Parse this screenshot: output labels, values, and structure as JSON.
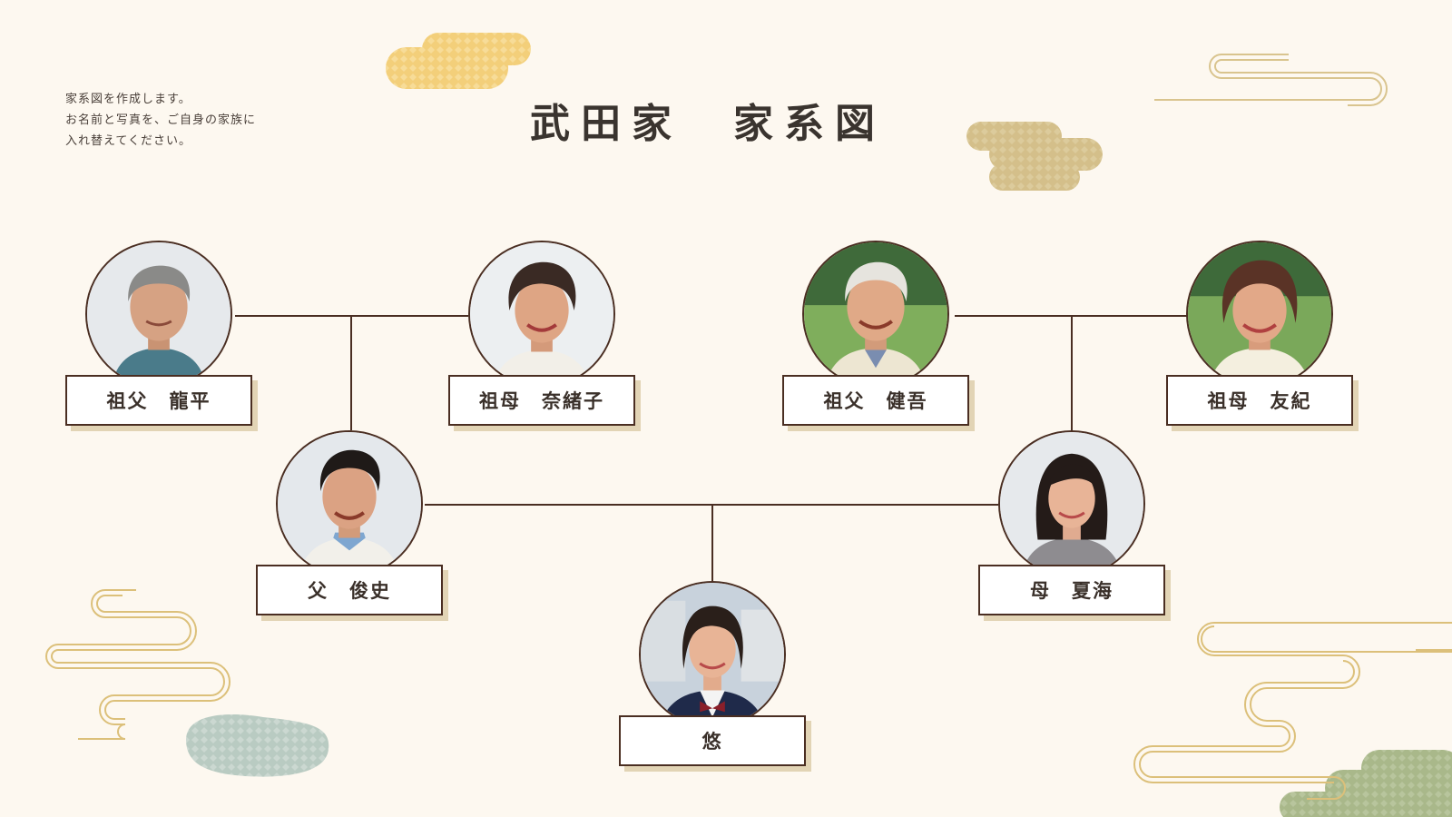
{
  "instructions": [
    "家系図を作成します。",
    "お名前と写真を、ご自身の家族に",
    "入れ替えてください。"
  ],
  "title": "武田家　家系図",
  "colors": {
    "background": "#fdf8f0",
    "line": "#4a2e22",
    "nameplate_shadow": "#e2d4b5",
    "cloud_yellow": "#f3cf7a",
    "cloud_gold": "#d4bf8a",
    "cloud_teal": "#b9cbc2",
    "cloud_green": "#a9b88a",
    "gold_line": "#dcc07a"
  },
  "people": {
    "grandfather_paternal": {
      "name": "祖父　龍平"
    },
    "grandmother_paternal": {
      "name": "祖母　奈緒子"
    },
    "grandfather_maternal": {
      "name": "祖父　健吾"
    },
    "grandmother_maternal": {
      "name": "祖母　友紀"
    },
    "father": {
      "name": "父　俊史"
    },
    "mother": {
      "name": "母　夏海"
    },
    "child": {
      "name": "悠"
    }
  }
}
